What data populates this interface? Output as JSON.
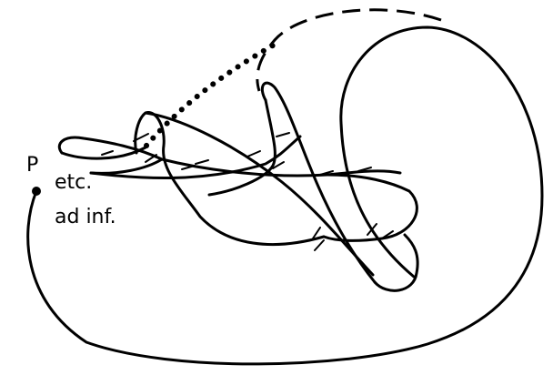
{
  "labels": {
    "point": "P",
    "continuation_line1": "etc.",
    "continuation_line2": "ad inf."
  },
  "colors": {
    "stroke": "#000000",
    "background": "#ffffff"
  }
}
